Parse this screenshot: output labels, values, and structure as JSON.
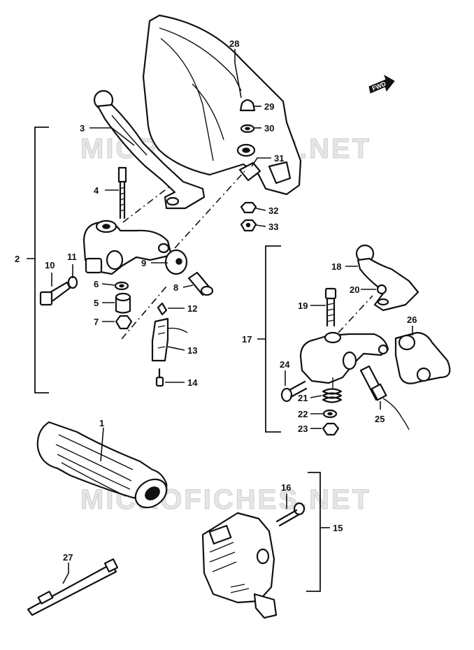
{
  "watermark": "MICROFICHES.NET",
  "direction_label": "FWD",
  "callouts": {
    "p1": "1",
    "p2": "2",
    "p3": "3",
    "p4": "4",
    "p5": "5",
    "p6": "6",
    "p7": "7",
    "p8": "8",
    "p9": "9",
    "p10": "10",
    "p11": "11",
    "p12": "12",
    "p13": "13",
    "p14": "14",
    "p15": "15",
    "p16": "16",
    "p17": "17",
    "p18": "18",
    "p19": "19",
    "p20": "20",
    "p21": "21",
    "p22": "22",
    "p23": "23",
    "p24": "24",
    "p25": "25",
    "p26": "26",
    "p27": "27",
    "p28": "28",
    "p29": "29",
    "p30": "30",
    "p31": "31",
    "p32": "32",
    "p33": "33"
  }
}
